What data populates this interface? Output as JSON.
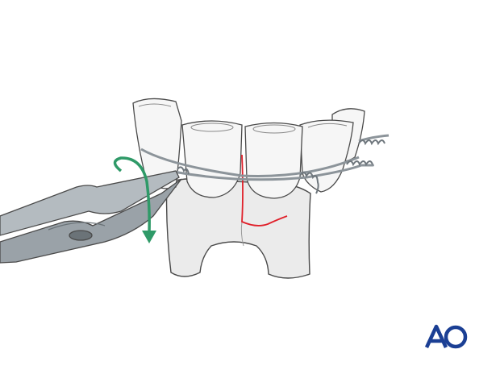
{
  "illustration": {
    "subject": "wire-and-pliers-on-teeth",
    "colors": {
      "bone": "#ebebeb",
      "tooth": "#f6f6f6",
      "outline": "#4a4a4a",
      "wire": "#8c949a",
      "pliers": "#9aa2a8",
      "arrow": "#2f9a68",
      "fracture": "#e0202a",
      "logo": "#1b3f94"
    },
    "arrow_direction": "rotate-downward"
  },
  "logo": {
    "text": "AO"
  }
}
